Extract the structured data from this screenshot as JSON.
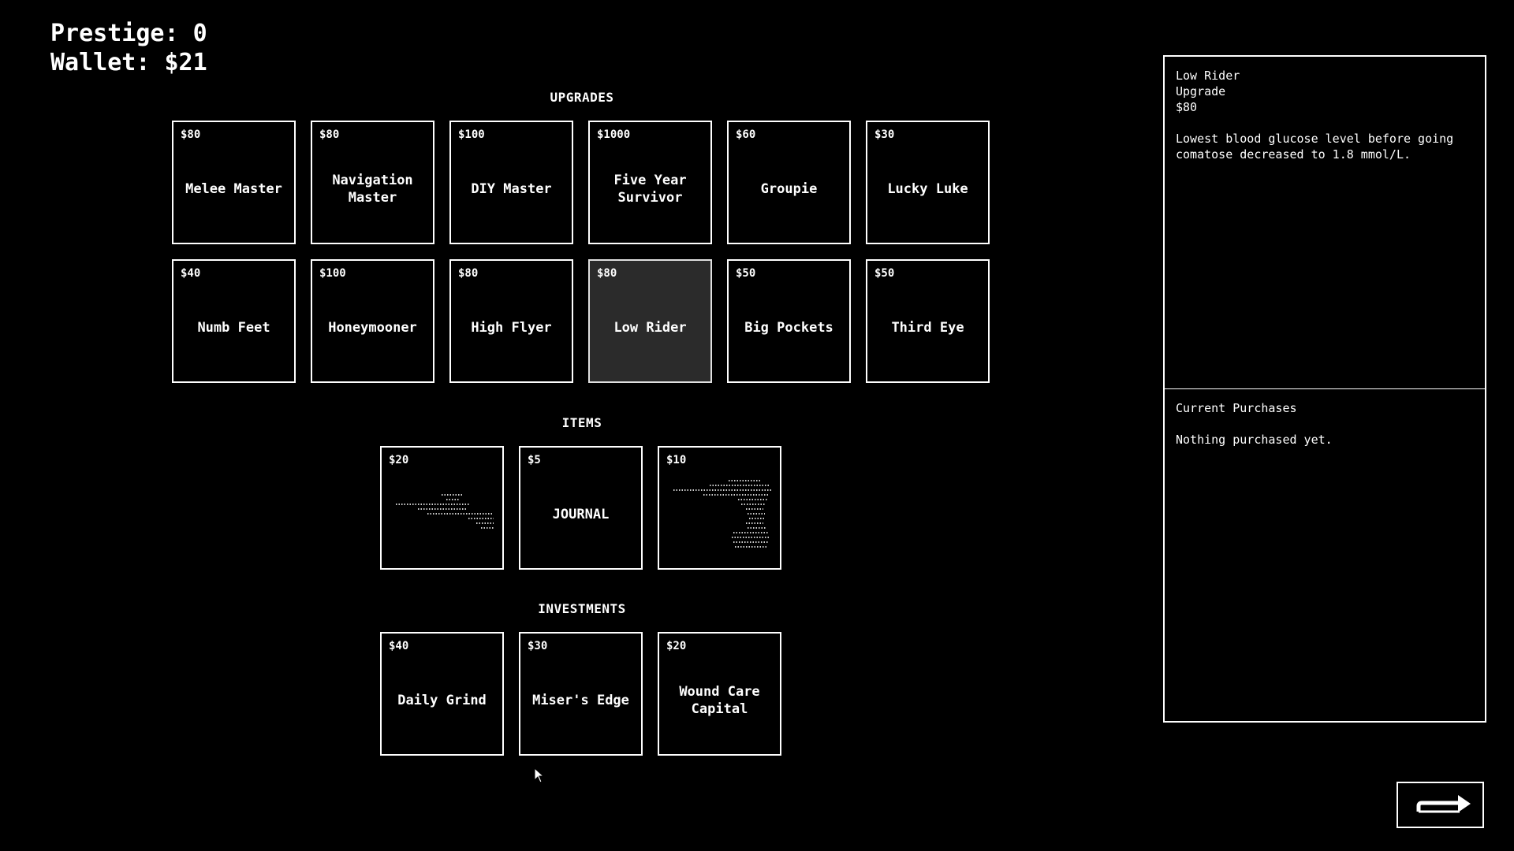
{
  "stats": {
    "prestige": "Prestige: 0",
    "wallet": "Wallet: $21"
  },
  "sections": {
    "upgrades": "UPGRADES",
    "items": "ITEMS",
    "investments": "INVESTMENTS"
  },
  "upgrades": [
    {
      "price": "$80",
      "name": "Melee Master"
    },
    {
      "price": "$80",
      "name": "Navigation Master"
    },
    {
      "price": "$100",
      "name": "DIY Master"
    },
    {
      "price": "$1000",
      "name": "Five Year Survivor"
    },
    {
      "price": "$60",
      "name": "Groupie"
    },
    {
      "price": "$30",
      "name": "Lucky Luke"
    },
    {
      "price": "$40",
      "name": "Numb Feet"
    },
    {
      "price": "$100",
      "name": "Honeymooner"
    },
    {
      "price": "$80",
      "name": "High Flyer"
    },
    {
      "price": "$80",
      "name": "Low Rider",
      "selected": true
    },
    {
      "price": "$50",
      "name": "Big Pockets"
    },
    {
      "price": "$50",
      "name": "Third Eye"
    }
  ],
  "items": [
    {
      "price": "$20",
      "icon": "ascii-rifle-icon"
    },
    {
      "price": "$5",
      "name": "JOURNAL"
    },
    {
      "price": "$10",
      "icon": "ascii-pistol-icon"
    }
  ],
  "investments": [
    {
      "price": "$40",
      "name": "Daily Grind"
    },
    {
      "price": "$30",
      "name": "Miser's Edge"
    },
    {
      "price": "$20",
      "name": "Wound Care Capital"
    }
  ],
  "detail": {
    "title": "Low Rider",
    "type": "Upgrade",
    "price": "$80",
    "description": "Lowest blood glucose level before going comatose decreased to 1.8 mmol/L."
  },
  "purchases": {
    "heading": "Current Purchases",
    "empty_text": "Nothing purchased yet."
  },
  "next_button": {
    "icon": "next-arrow-icon"
  },
  "colors": {
    "background": "#000000",
    "foreground": "#ffffff",
    "selected_card": "#2b2b2b"
  }
}
